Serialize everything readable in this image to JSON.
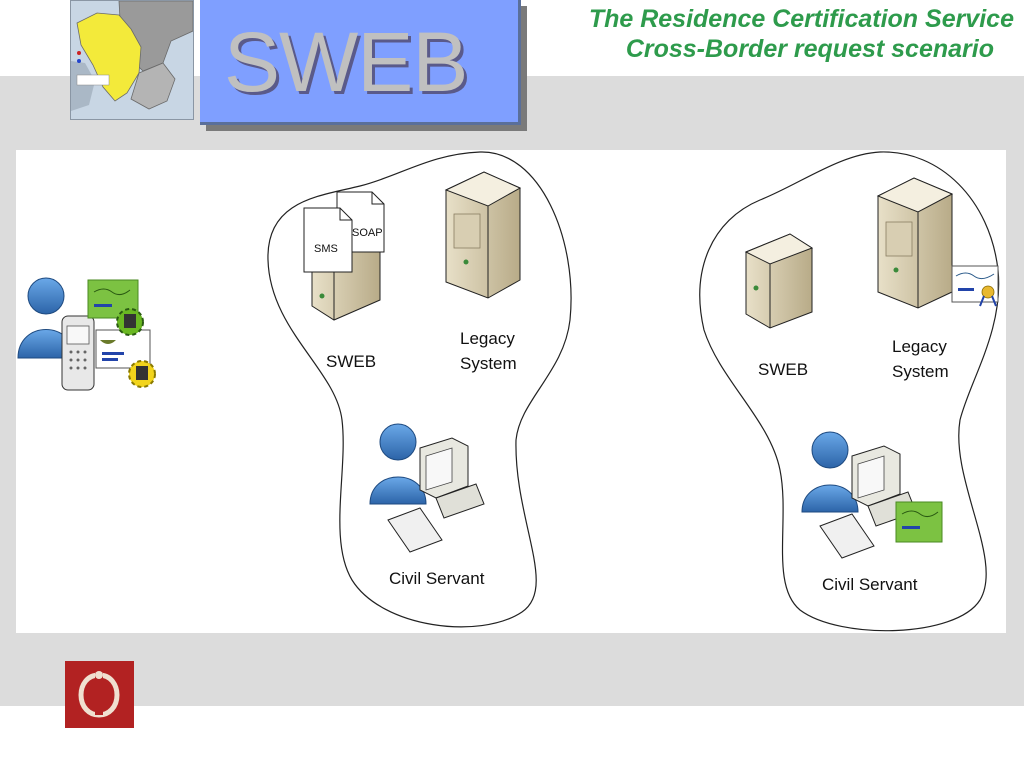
{
  "title": {
    "line1": "The Residence Certification Service",
    "line2": "Cross-Border request scenario"
  },
  "banner": {
    "text": "SWEB"
  },
  "left_domain": {
    "server_label": "SWEB",
    "legacy_label_line1": "Legacy",
    "legacy_label_line2": "System",
    "civil_label": "Civil Servant",
    "doc_soap": "SOAP",
    "doc_sms": "SMS"
  },
  "right_domain": {
    "server_label": "SWEB",
    "legacy_label_line1": "Legacy",
    "legacy_label_line2": "System",
    "civil_label": "Civil Servant"
  },
  "colors": {
    "title_green": "#2e9b4c",
    "banner_blue": "#7f9fff",
    "band_gray": "#dcdcdc",
    "logo_red": "#b22222",
    "person_blue": "#4a86c8",
    "cert_green": "#7cc242"
  },
  "icons": [
    "map-icon",
    "user-icon",
    "mobile-phone-icon",
    "certificate-icon",
    "gear-icon",
    "server-icon",
    "workstation-icon",
    "document-icon",
    "logo-icon"
  ]
}
